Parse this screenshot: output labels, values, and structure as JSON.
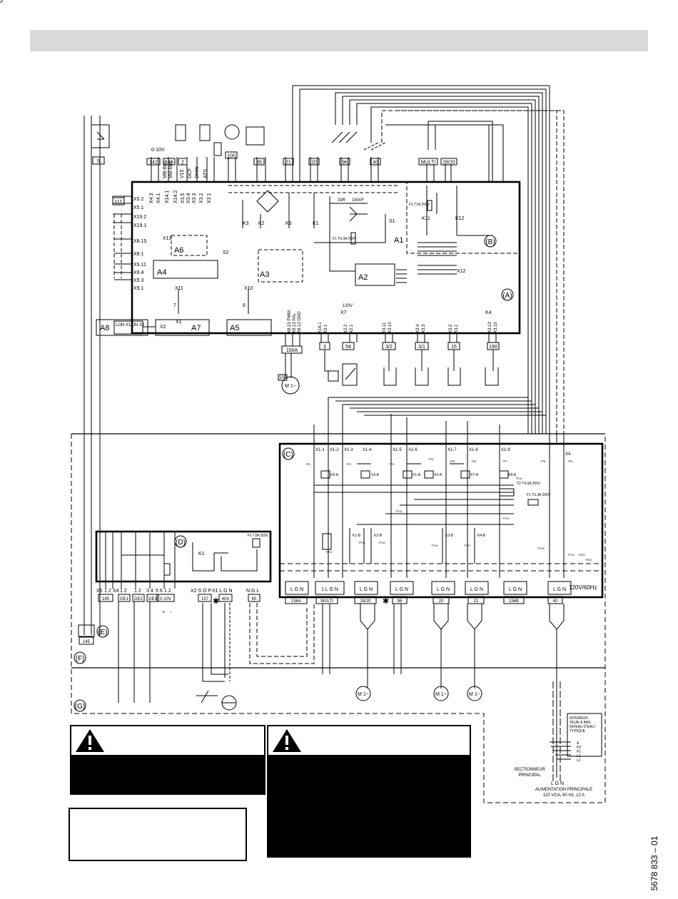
{
  "footer": {
    "doc_code": "5678 833 – 01"
  },
  "top_board": {
    "terminal_blocks": [
      "142",
      "145",
      "2",
      "100",
      "35",
      "21",
      "20",
      "96",
      "40",
      "MULTI",
      "28/20",
      "111",
      "5"
    ],
    "x_terminals_left": [
      "X5.2",
      "X5.1",
      "X19.2",
      "X19.1",
      "X8.15",
      "X8.1",
      "X9.11",
      "X9.4",
      "X9.3",
      "X9.1"
    ],
    "x_terminals_top": [
      "X4.3",
      "X4.1",
      "X14.1",
      "X14.2",
      "X3.5",
      "X3.4",
      "X3.3",
      "X3.2",
      "X3.1"
    ],
    "top_labels": [
      "0-10V",
      "MB-Bus",
      "MB-bus",
      "V15",
      "DCF",
      "DHW",
      "ATS"
    ],
    "modules": [
      "A1",
      "A2",
      "A3",
      "A4",
      "A5",
      "A6",
      "A7",
      "A8",
      "(A)",
      "(B)"
    ],
    "relays": [
      "K3",
      "K2",
      "K6",
      "K1",
      "K11",
      "K12",
      "K4"
    ],
    "fuses": [
      "33R",
      "150nF",
      "F1 T6.3A 250V",
      "F1 T1A 250V"
    ],
    "switches": [
      "S1",
      "S2"
    ],
    "misc_labels": [
      "X13",
      "X11",
      "X10",
      "X7",
      "X2",
      "X1",
      "LON X1",
      "LON X2",
      "120V",
      "X12",
      "7",
      "6"
    ],
    "bottom_terminals": [
      "X8.15 PWM",
      "X8.13 PAL",
      "X8.12 GND",
      "X16.1",
      "X3.1",
      "X2.2",
      "X2.1",
      "X3.11",
      "X3.10",
      "X3.4",
      "X3.3",
      "X3.2",
      "X3.1",
      "X3.13",
      "X3.10"
    ],
    "sensor_blocks": [
      "100A",
      "3",
      "54",
      "3/2",
      "3/1",
      "15",
      "190"
    ],
    "motor_100": "100",
    "motor_label": "M 1~",
    "k4_label": "K4"
  },
  "lower_board": {
    "x_terminals": [
      "X1-1",
      "X1-2",
      "X1-3",
      "X1-4",
      "X1-5",
      "X1-6",
      "X1-7",
      "X1-8",
      "X1-9",
      "X4"
    ],
    "circle_c": "(C)",
    "circle_d": "(D)",
    "circle_e": "(E)",
    "circle_f": "(F)",
    "circle_g": "(G)",
    "fuses": [
      "T2 T4.0A 250V",
      "F1 T6.3A 250V",
      "F1 T2A 250V"
    ],
    "relays": [
      "K1"
    ],
    "relay_labels": [
      "X6-A",
      "X3-A",
      "X1-A",
      "X2-A",
      "X7-A",
      "X8-A",
      "K1-B",
      "K2-B",
      "K3-B",
      "K4-B"
    ],
    "tp_labels": [
      "TP1",
      "TP2",
      "TP3",
      "TP4",
      "TP5",
      "TP6",
      "TP7",
      "TP8",
      "TP9",
      "TP10",
      "TP11",
      "TP12",
      "TP13",
      "TP14",
      "TP15",
      "TP16",
      "TP17",
      "TP18",
      "TP19",
      "TP20",
      "TP21"
    ],
    "lgn_blocks": [
      {
        "label": "156A",
        "pins": "L G N"
      },
      {
        "label": "MULTI",
        "pins": "1 L G N"
      },
      {
        "label": "28/20",
        "pins": "L G N"
      },
      {
        "label": "96",
        "pins": "L G N"
      },
      {
        "label": "20",
        "pins": "L G N"
      },
      {
        "label": "21",
        "pins": "L G N"
      },
      {
        "label": "156B",
        "pins": "L G N"
      },
      {
        "label": "40",
        "pins": "L G N"
      }
    ],
    "voltage": "120V/60Hz",
    "d_terminals": [
      "X5",
      "1 2",
      "X4",
      "1 2",
      "1 2",
      "3 4",
      "5 6",
      "1 2"
    ],
    "d_blocks": [
      "145",
      "DE1",
      "DE2",
      "DE3",
      "0-10V"
    ],
    "d_polarity": [
      "+",
      "-"
    ],
    "d_fuse": "F1 T2A 250V",
    "x2_block": {
      "terms": "X2 S Ö P",
      "label": "157"
    },
    "x1_block": {
      "terms": "X1 L G N",
      "label": "40A"
    },
    "b60_block": {
      "terms": "N G L",
      "label": "60"
    },
    "e_block": "145",
    "motor_label": "M 1~",
    "star": "✱"
  },
  "outside": {
    "switch_box_lines": [
      "INTERRUP-",
      "TEUR À BAS",
      "NIVEAU D'EAU-",
      "TYPIQUE"
    ],
    "switch_pins": [
      "A",
      "P2",
      "P1",
      "L1",
      "L2"
    ],
    "disconnect": [
      "SECTIONNEUR",
      "PRINCIPAL"
    ],
    "lgn": "L G N",
    "main_supply": [
      "ALIMENTATION PRINCIPALE",
      "120 VCA, 60 Hz, 12 A"
    ]
  }
}
